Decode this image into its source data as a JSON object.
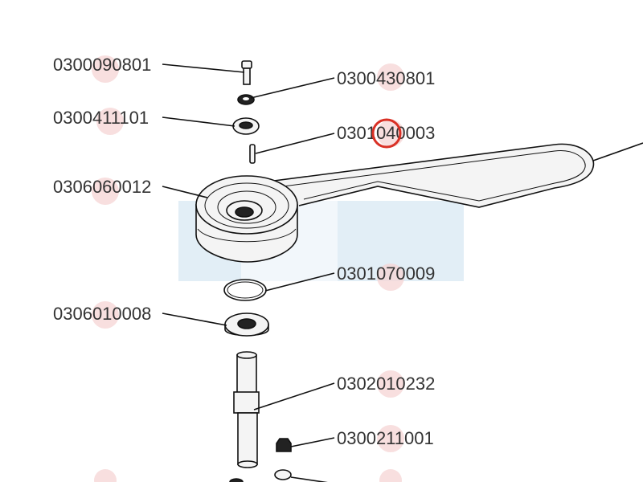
{
  "colors": {
    "background": "#ffffff",
    "ink": "#111111",
    "label": "#333333",
    "highlight_ring": "#d93025",
    "hotspot": "#f6d4d4",
    "watermark": "#e2eef6"
  },
  "part_numbers": {
    "bolt": "0300090801",
    "washer": "0300430801",
    "bearing_small": "0300411101",
    "pin": "0301040003",
    "pulley": "0306060012",
    "snap_ring": "0301070009",
    "bearing_large": "0306010008",
    "shaft": "0302010232",
    "nut": "0300211001"
  }
}
